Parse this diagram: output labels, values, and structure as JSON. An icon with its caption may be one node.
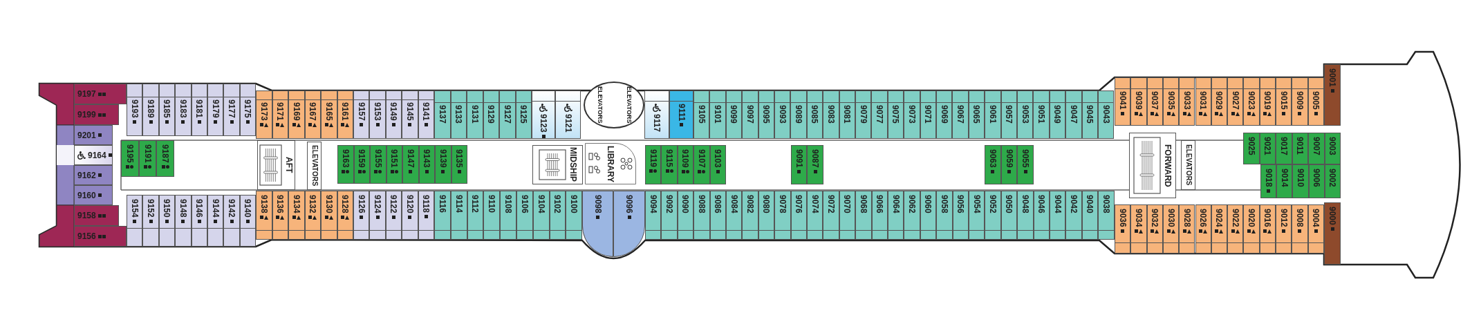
{
  "diagram": {
    "nodes": [
      {
        "text": [
          "9197"
        ]
      },
      {
        "text": [
          "9199"
        ]
      },
      {
        "text": [
          "9201"
        ]
      },
      {
        "text": [
          "9164"
        ]
      },
      {
        "text": [
          "9162"
        ]
      },
      {
        "text": [
          "9160"
        ]
      },
      {
        "text": [
          "9158"
        ]
      },
      {
        "text": [
          "9156"
        ]
      },
      {
        "text": [
          "9193"
        ]
      },
      {
        "text": [
          "9189"
        ]
      },
      {
        "text": [
          "9185"
        ]
      },
      {
        "text": [
          "9183"
        ]
      },
      {
        "text": [
          "9181"
        ]
      },
      {
        "text": [
          "9179"
        ]
      },
      {
        "text": [
          "9177"
        ]
      },
      {
        "text": [
          "9175"
        ]
      },
      {
        "text": [
          "9173"
        ]
      },
      {
        "text": [
          "9171"
        ]
      },
      {
        "text": [
          "9169"
        ]
      },
      {
        "text": [
          "9167"
        ]
      },
      {
        "text": [
          "9165"
        ]
      },
      {
        "text": [
          "9161"
        ]
      },
      {
        "text": [
          "9157"
        ]
      },
      {
        "text": [
          "9153"
        ]
      },
      {
        "text": [
          "9149"
        ]
      },
      {
        "text": [
          "9145"
        ]
      },
      {
        "text": [
          "9141"
        ]
      },
      {
        "text": [
          "9137"
        ]
      },
      {
        "text": [
          "9133"
        ]
      },
      {
        "text": [
          "9131"
        ]
      },
      {
        "text": [
          "9129"
        ]
      },
      {
        "text": [
          "9127"
        ]
      },
      {
        "text": [
          "9125"
        ]
      },
      {
        "text": [
          "9123"
        ]
      },
      {
        "text": [
          "9121"
        ]
      },
      {
        "text": [
          "ELEVATORS",
          "ELEVATORS"
        ]
      },
      {
        "text": [
          "9117"
        ]
      },
      {
        "text": [
          "9111"
        ]
      },
      {
        "text": [
          "9105"
        ]
      },
      {
        "text": [
          "9101"
        ]
      },
      {
        "text": [
          "9099"
        ]
      },
      {
        "text": [
          "9097"
        ]
      },
      {
        "text": [
          "9095"
        ]
      },
      {
        "text": [
          "9093"
        ]
      },
      {
        "text": [
          "9089"
        ]
      },
      {
        "text": [
          "9085"
        ]
      },
      {
        "text": [
          "9083"
        ]
      },
      {
        "text": [
          "9081"
        ]
      },
      {
        "text": [
          "9079"
        ]
      },
      {
        "text": [
          "9077"
        ]
      },
      {
        "text": [
          "9075"
        ]
      },
      {
        "text": [
          "9073"
        ]
      },
      {
        "text": [
          "9071"
        ]
      },
      {
        "text": [
          "9069"
        ]
      },
      {
        "text": [
          "9067"
        ]
      },
      {
        "text": [
          "9065"
        ]
      },
      {
        "text": [
          "9061"
        ]
      },
      {
        "text": [
          "9057"
        ]
      },
      {
        "text": [
          "9053"
        ]
      },
      {
        "text": [
          "9051"
        ]
      },
      {
        "text": [
          "9049"
        ]
      },
      {
        "text": [
          "9047"
        ]
      },
      {
        "text": [
          "9045"
        ]
      },
      {
        "text": [
          "9043"
        ]
      },
      {
        "text": [
          "9041"
        ]
      },
      {
        "text": [
          "9039"
        ]
      },
      {
        "text": [
          "9037"
        ]
      },
      {
        "text": [
          "9035"
        ]
      },
      {
        "text": [
          "9033"
        ]
      },
      {
        "text": [
          "9031"
        ]
      },
      {
        "text": [
          "9029"
        ]
      },
      {
        "text": [
          "9027"
        ]
      },
      {
        "text": [
          "9023"
        ]
      },
      {
        "text": [
          "9019"
        ]
      },
      {
        "text": [
          "9015"
        ]
      },
      {
        "text": [
          "9009"
        ]
      },
      {
        "text": [
          "9005"
        ]
      },
      {
        "text": [
          "9001"
        ]
      },
      {
        "text": [
          "9195"
        ]
      },
      {
        "text": [
          "9191"
        ]
      },
      {
        "text": [
          "9187"
        ]
      },
      {
        "text": [
          "AFT"
        ]
      },
      {
        "text": [
          "ELEVATORS"
        ]
      },
      {
        "text": [
          "9163"
        ]
      },
      {
        "text": [
          "9159"
        ]
      },
      {
        "text": [
          "9155"
        ]
      },
      {
        "text": [
          "9151"
        ]
      },
      {
        "text": [
          "9147"
        ]
      },
      {
        "text": [
          "9143"
        ]
      },
      {
        "text": [
          "9139"
        ]
      },
      {
        "text": [
          "9135"
        ]
      },
      {
        "text": [
          "MIDSHIP"
        ]
      },
      {
        "text": [
          "LIBRARY"
        ]
      },
      {
        "text": [
          "9119"
        ]
      },
      {
        "text": [
          "9115"
        ]
      },
      {
        "text": [
          "9109"
        ]
      },
      {
        "text": [
          "9107"
        ]
      },
      {
        "text": [
          "9103"
        ]
      },
      {
        "text": [
          "9091"
        ]
      },
      {
        "text": [
          "9087"
        ]
      },
      {
        "text": [
          "9063"
        ]
      },
      {
        "text": [
          "9059"
        ]
      },
      {
        "text": [
          "9055"
        ]
      },
      {
        "text": [
          "FORWARD"
        ]
      },
      {
        "text": [
          "ELEVATORS"
        ]
      },
      {
        "text": [
          "9025"
        ]
      },
      {
        "text": [
          "9021"
        ]
      },
      {
        "text": [
          "9017"
        ]
      },
      {
        "text": [
          "9011"
        ]
      },
      {
        "text": [
          "9007"
        ]
      },
      {
        "text": [
          "9003"
        ]
      },
      {
        "text": [
          "9018"
        ]
      },
      {
        "text": [
          "9014"
        ]
      },
      {
        "text": [
          "9010"
        ]
      },
      {
        "text": [
          "9006"
        ]
      },
      {
        "text": [
          "9002"
        ]
      },
      {
        "text": [
          "9154"
        ]
      },
      {
        "text": [
          "9152"
        ]
      },
      {
        "text": [
          "9150"
        ]
      },
      {
        "text": [
          "9148"
        ]
      },
      {
        "text": [
          "9146"
        ]
      },
      {
        "text": [
          "9144"
        ]
      },
      {
        "text": [
          "9142"
        ]
      },
      {
        "text": [
          "9140"
        ]
      },
      {
        "text": [
          "9138"
        ]
      },
      {
        "text": [
          "9136"
        ]
      },
      {
        "text": [
          "9134"
        ]
      },
      {
        "text": [
          "9132"
        ]
      },
      {
        "text": [
          "9130"
        ]
      },
      {
        "text": [
          "9128"
        ]
      },
      {
        "text": [
          "9126"
        ]
      },
      {
        "text": [
          "9124"
        ]
      },
      {
        "text": [
          "9122"
        ]
      },
      {
        "text": [
          "9120"
        ]
      },
      {
        "text": [
          "9118"
        ]
      },
      {
        "text": [
          "9116"
        ]
      },
      {
        "text": [
          "9114"
        ]
      },
      {
        "text": [
          "9112"
        ]
      },
      {
        "text": [
          "9110"
        ]
      },
      {
        "text": [
          "9108"
        ]
      },
      {
        "text": [
          "9106"
        ]
      },
      {
        "text": [
          "9104"
        ]
      },
      {
        "text": [
          "9102"
        ]
      },
      {
        "text": [
          "9100"
        ]
      },
      {
        "text": [
          "9098"
        ]
      },
      {
        "text": [
          "9096"
        ]
      },
      {
        "text": [
          "9094"
        ]
      },
      {
        "text": [
          "9092"
        ]
      },
      {
        "text": [
          "9090"
        ]
      },
      {
        "text": [
          "9088"
        ]
      },
      {
        "text": [
          "9086"
        ]
      },
      {
        "text": [
          "9084"
        ]
      },
      {
        "text": [
          "9082"
        ]
      },
      {
        "text": [
          "9080"
        ]
      },
      {
        "text": [
          "9078"
        ]
      },
      {
        "text": [
          "9076"
        ]
      },
      {
        "text": [
          "9074"
        ]
      },
      {
        "text": [
          "9072"
        ]
      },
      {
        "text": [
          "9070"
        ]
      },
      {
        "text": [
          "9068"
        ]
      },
      {
        "text": [
          "9066"
        ]
      },
      {
        "text": [
          "9064"
        ]
      },
      {
        "text": [
          "9062"
        ]
      },
      {
        "text": [
          "9060"
        ]
      },
      {
        "text": [
          "9058"
        ]
      },
      {
        "text": [
          "9056"
        ]
      },
      {
        "text": [
          "9054"
        ]
      },
      {
        "text": [
          "9052"
        ]
      },
      {
        "text": [
          "9050"
        ]
      },
      {
        "text": [
          "9048"
        ]
      },
      {
        "text": [
          "9046"
        ]
      },
      {
        "text": [
          "9044"
        ]
      },
      {
        "text": [
          "9042"
        ]
      },
      {
        "text": [
          "9040"
        ]
      },
      {
        "text": [
          "9038"
        ]
      },
      {
        "text": [
          "9036"
        ]
      },
      {
        "text": [
          "9034"
        ]
      },
      {
        "text": [
          "9032"
        ]
      },
      {
        "text": [
          "9030"
        ]
      },
      {
        "text": [
          "9028"
        ]
      },
      {
        "text": [
          "9026"
        ]
      },
      {
        "text": [
          "9024"
        ]
      },
      {
        "text": [
          "9022"
        ]
      },
      {
        "text": [
          "9020"
        ]
      },
      {
        "text": [
          "9016"
        ]
      },
      {
        "text": [
          "9012"
        ]
      },
      {
        "text": [
          "9008"
        ]
      },
      {
        "text": [
          "9004"
        ]
      },
      {
        "text": [
          "9000"
        ]
      }
    ]
  }
}
